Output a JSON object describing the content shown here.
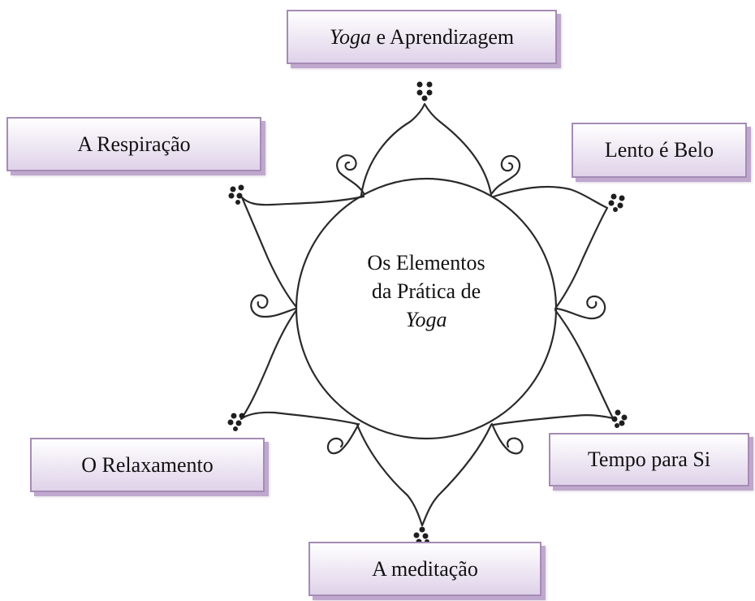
{
  "center": {
    "line1": "Os Elementos",
    "line2": "da Prática de",
    "line3": "Yoga"
  },
  "elements": {
    "top": {
      "emph": "Yoga",
      "rest": " e Aprendizagem"
    },
    "top_left": "A Respiração",
    "top_right": "Lento é Belo",
    "bottom_left": "O Relaxamento",
    "bottom_right": "Tempo para Si",
    "bottom": "A meditação"
  },
  "colors": {
    "box_border": "#a58bb5",
    "box_shadow": "#bfa8cd",
    "line": "#2a2a2a"
  }
}
